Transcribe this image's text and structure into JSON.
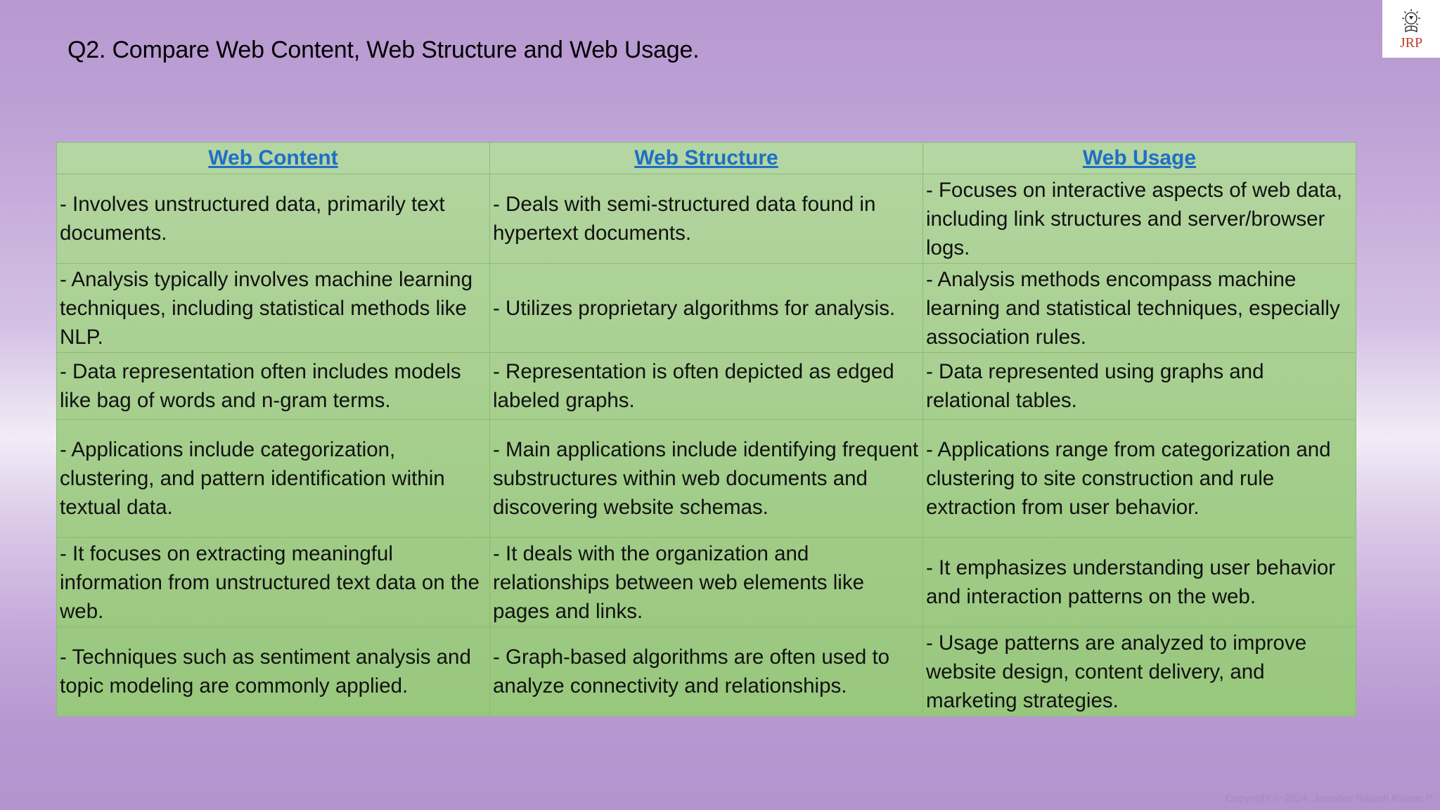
{
  "slide": {
    "title": "Q2. Compare Web Content, Web Structure and Web Usage.",
    "logo_text": "JRP",
    "copyright": "Copyright © 2024, Jawahar Rajesh Kumar P"
  },
  "table": {
    "headers": [
      "Web Content",
      "Web Structure",
      "Web Usage"
    ],
    "rows": [
      [
        "- Involves unstructured data, primarily text documents.",
        "- Deals with semi-structured data found in hypertext documents.",
        "- Focuses on interactive aspects of web data, including link structures and server/browser logs."
      ],
      [
        "- Analysis typically involves machine learning techniques, including statistical methods like NLP.",
        "- Utilizes proprietary algorithms for analysis.",
        "- Analysis methods encompass machine learning and statistical techniques, especially association rules."
      ],
      [
        "- Data representation often includes models like bag of words and n-gram terms.",
        "- Representation is often depicted as edged labeled graphs.",
        "- Data represented using graphs and relational tables."
      ],
      [
        "- Applications include categorization, clustering, and pattern identification within textual data.",
        "- Main applications include identifying frequent substructures within web documents and discovering website schemas.",
        "- Applications range from categorization and clustering to site construction and rule extraction from user behavior."
      ],
      [
        "- It focuses on extracting meaningful information from unstructured text data on the web.",
        "- It deals with the organization and relationships between web elements like pages and links.",
        "- It emphasizes understanding user behavior and interaction patterns on the web."
      ],
      [
        "- Techniques such as sentiment analysis and topic modeling are commonly applied.",
        "- Graph-based algorithms are often used to analyze connectivity and relationships.",
        "- Usage patterns are analyzed to improve website design, content delivery, and marketing strategies."
      ]
    ]
  }
}
